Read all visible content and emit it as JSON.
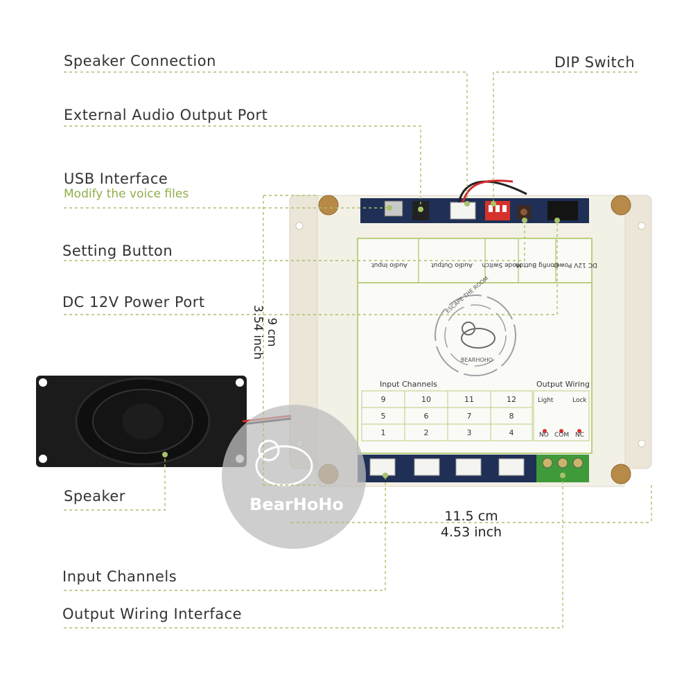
{
  "labels": {
    "speaker_connection": "Speaker Connection",
    "dip_switch": "DIP Switch",
    "external_audio": "External Audio Output Port",
    "usb_interface": "USB Interface",
    "usb_sub": "Modify the voice files",
    "setting_button": "Setting Button",
    "dc_power": "DC 12V Power Port",
    "speaker": "Speaker",
    "input_channels": "Input Channels",
    "output_wiring": "Output Wiring Interface"
  },
  "dimensions": {
    "height_cm": "9 cm",
    "height_inch": "3.54 inch",
    "width_cm": "11.5 cm",
    "width_inch": "4.53 inch"
  },
  "panel": {
    "top_labels": [
      "Audio Input",
      "Audio Output",
      "Mode Switch",
      "Config Button",
      "DC 12V Power"
    ],
    "logo_ring_text": "ESCAPE THE ROOM",
    "logo_text": "BEARHOHO",
    "input_channels_title": "Input Channels",
    "output_wiring_title": "Output Wiring",
    "channels": [
      "9",
      "10",
      "11",
      "12",
      "5",
      "6",
      "7",
      "8",
      "1",
      "2",
      "3",
      "4"
    ],
    "wiring_labels": [
      "Light",
      "Lock",
      "NO",
      "COM",
      "NC"
    ]
  },
  "watermark": "BearHoHo",
  "colors": {
    "leader_line": "#a7c26a",
    "enclosure": "#f1ede1",
    "panel_border": "#b9cf7f",
    "watermark_circle": "#c4c4c4",
    "terminal_green": "#3f9a3a"
  }
}
